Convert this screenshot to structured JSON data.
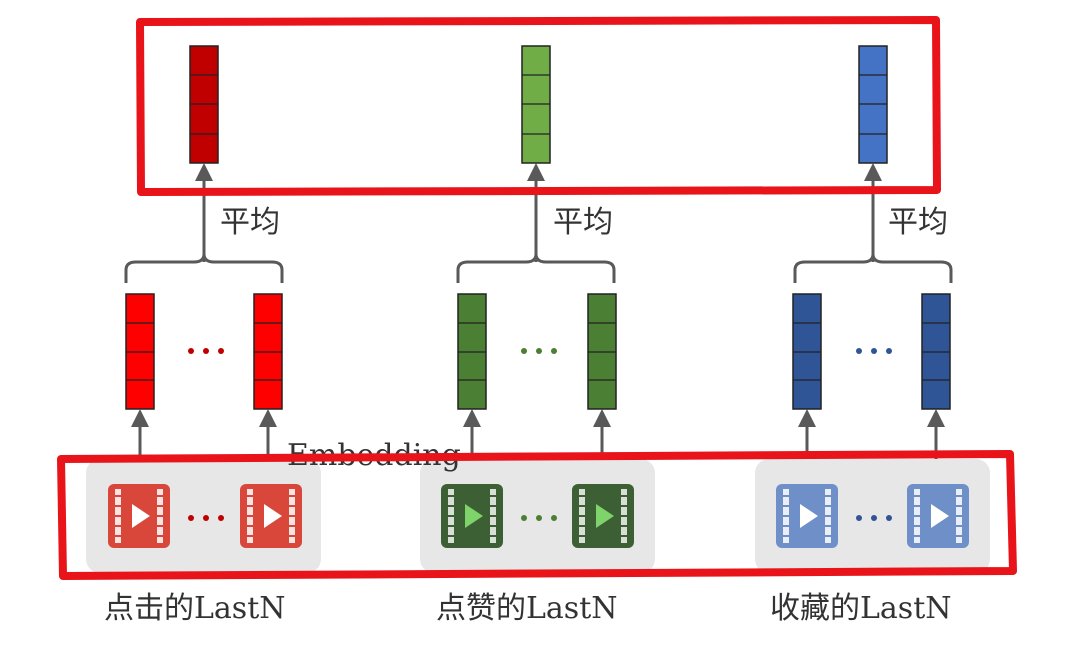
{
  "diagram": {
    "average_label": "平均",
    "embedding_label": "Embedding",
    "ellipsis": "···",
    "groups": [
      {
        "id": "click",
        "caption": "点击的LastN",
        "pooled_color": "#c00000",
        "embedding_color": "#ff0000",
        "ellipsis_color": "#c00000",
        "icon_color": "#d9473b",
        "icon_inner": "#ffffff"
      },
      {
        "id": "like",
        "caption": "点赞的LastN",
        "pooled_color": "#70ad47",
        "embedding_color": "#4b7f33",
        "ellipsis_color": "#4b7f33",
        "icon_color": "#3d5f34",
        "icon_inner": "#7fd36b"
      },
      {
        "id": "favorite",
        "caption": "收藏的LastN",
        "pooled_color": "#4472c4",
        "embedding_color": "#2f5597",
        "ellipsis_color": "#2f5597",
        "icon_color": "#6f8fc9",
        "icon_inner": "#ffffff"
      }
    ],
    "highlight_color": "#e8141a",
    "connector_color": "#595959",
    "tray_color": "#e7e7e7"
  }
}
